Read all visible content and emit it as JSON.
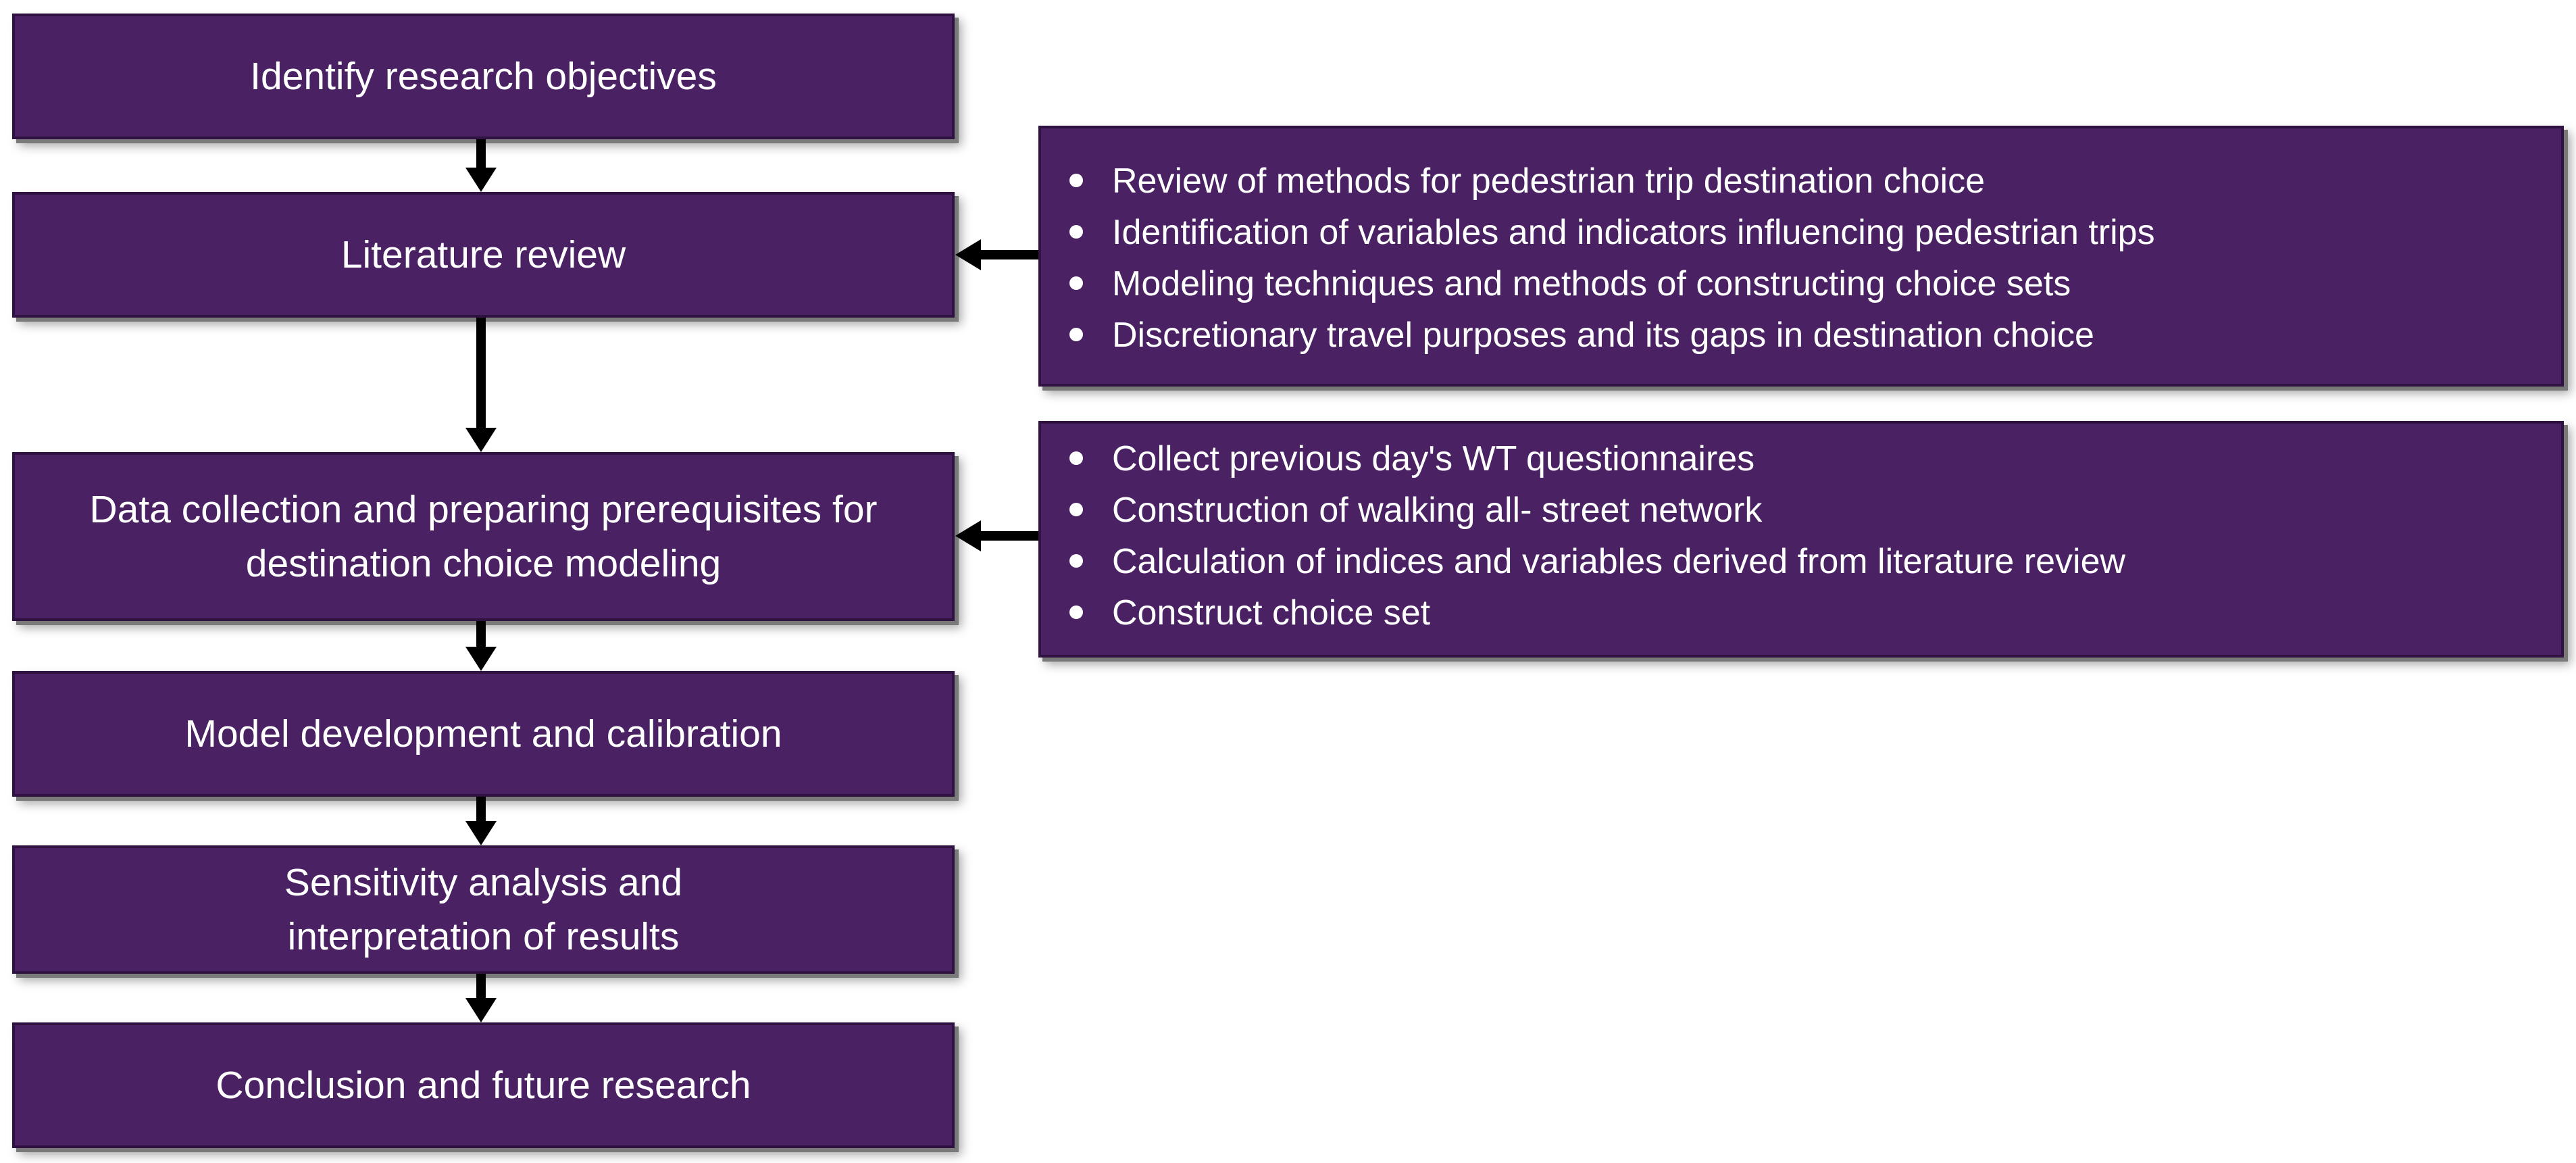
{
  "steps": [
    "Identify research objectives",
    "Literature review",
    "Data collection and preparing prerequisites for\ndestination choice modeling",
    "Model development and calibration",
    "Sensitivity analysis and\ninterpretation of results",
    "Conclusion and future research"
  ],
  "literature_review_details": [
    "Review of methods for pedestrian trip destination choice",
    "Identification of variables and indicators influencing pedestrian trips",
    "Modeling techniques and methods of constructing choice sets",
    "Discretionary travel purposes and its gaps in destination choice"
  ],
  "data_collection_details": [
    "Collect previous day's WT questionnaires",
    "Construction of walking all- street network",
    "Calculation of indices and variables derived from literature review",
    "Construct choice set"
  ],
  "colors": {
    "box_fill": "#4a2163",
    "box_border": "#2f1242",
    "text": "#ffffff",
    "arrow": "#000000"
  }
}
